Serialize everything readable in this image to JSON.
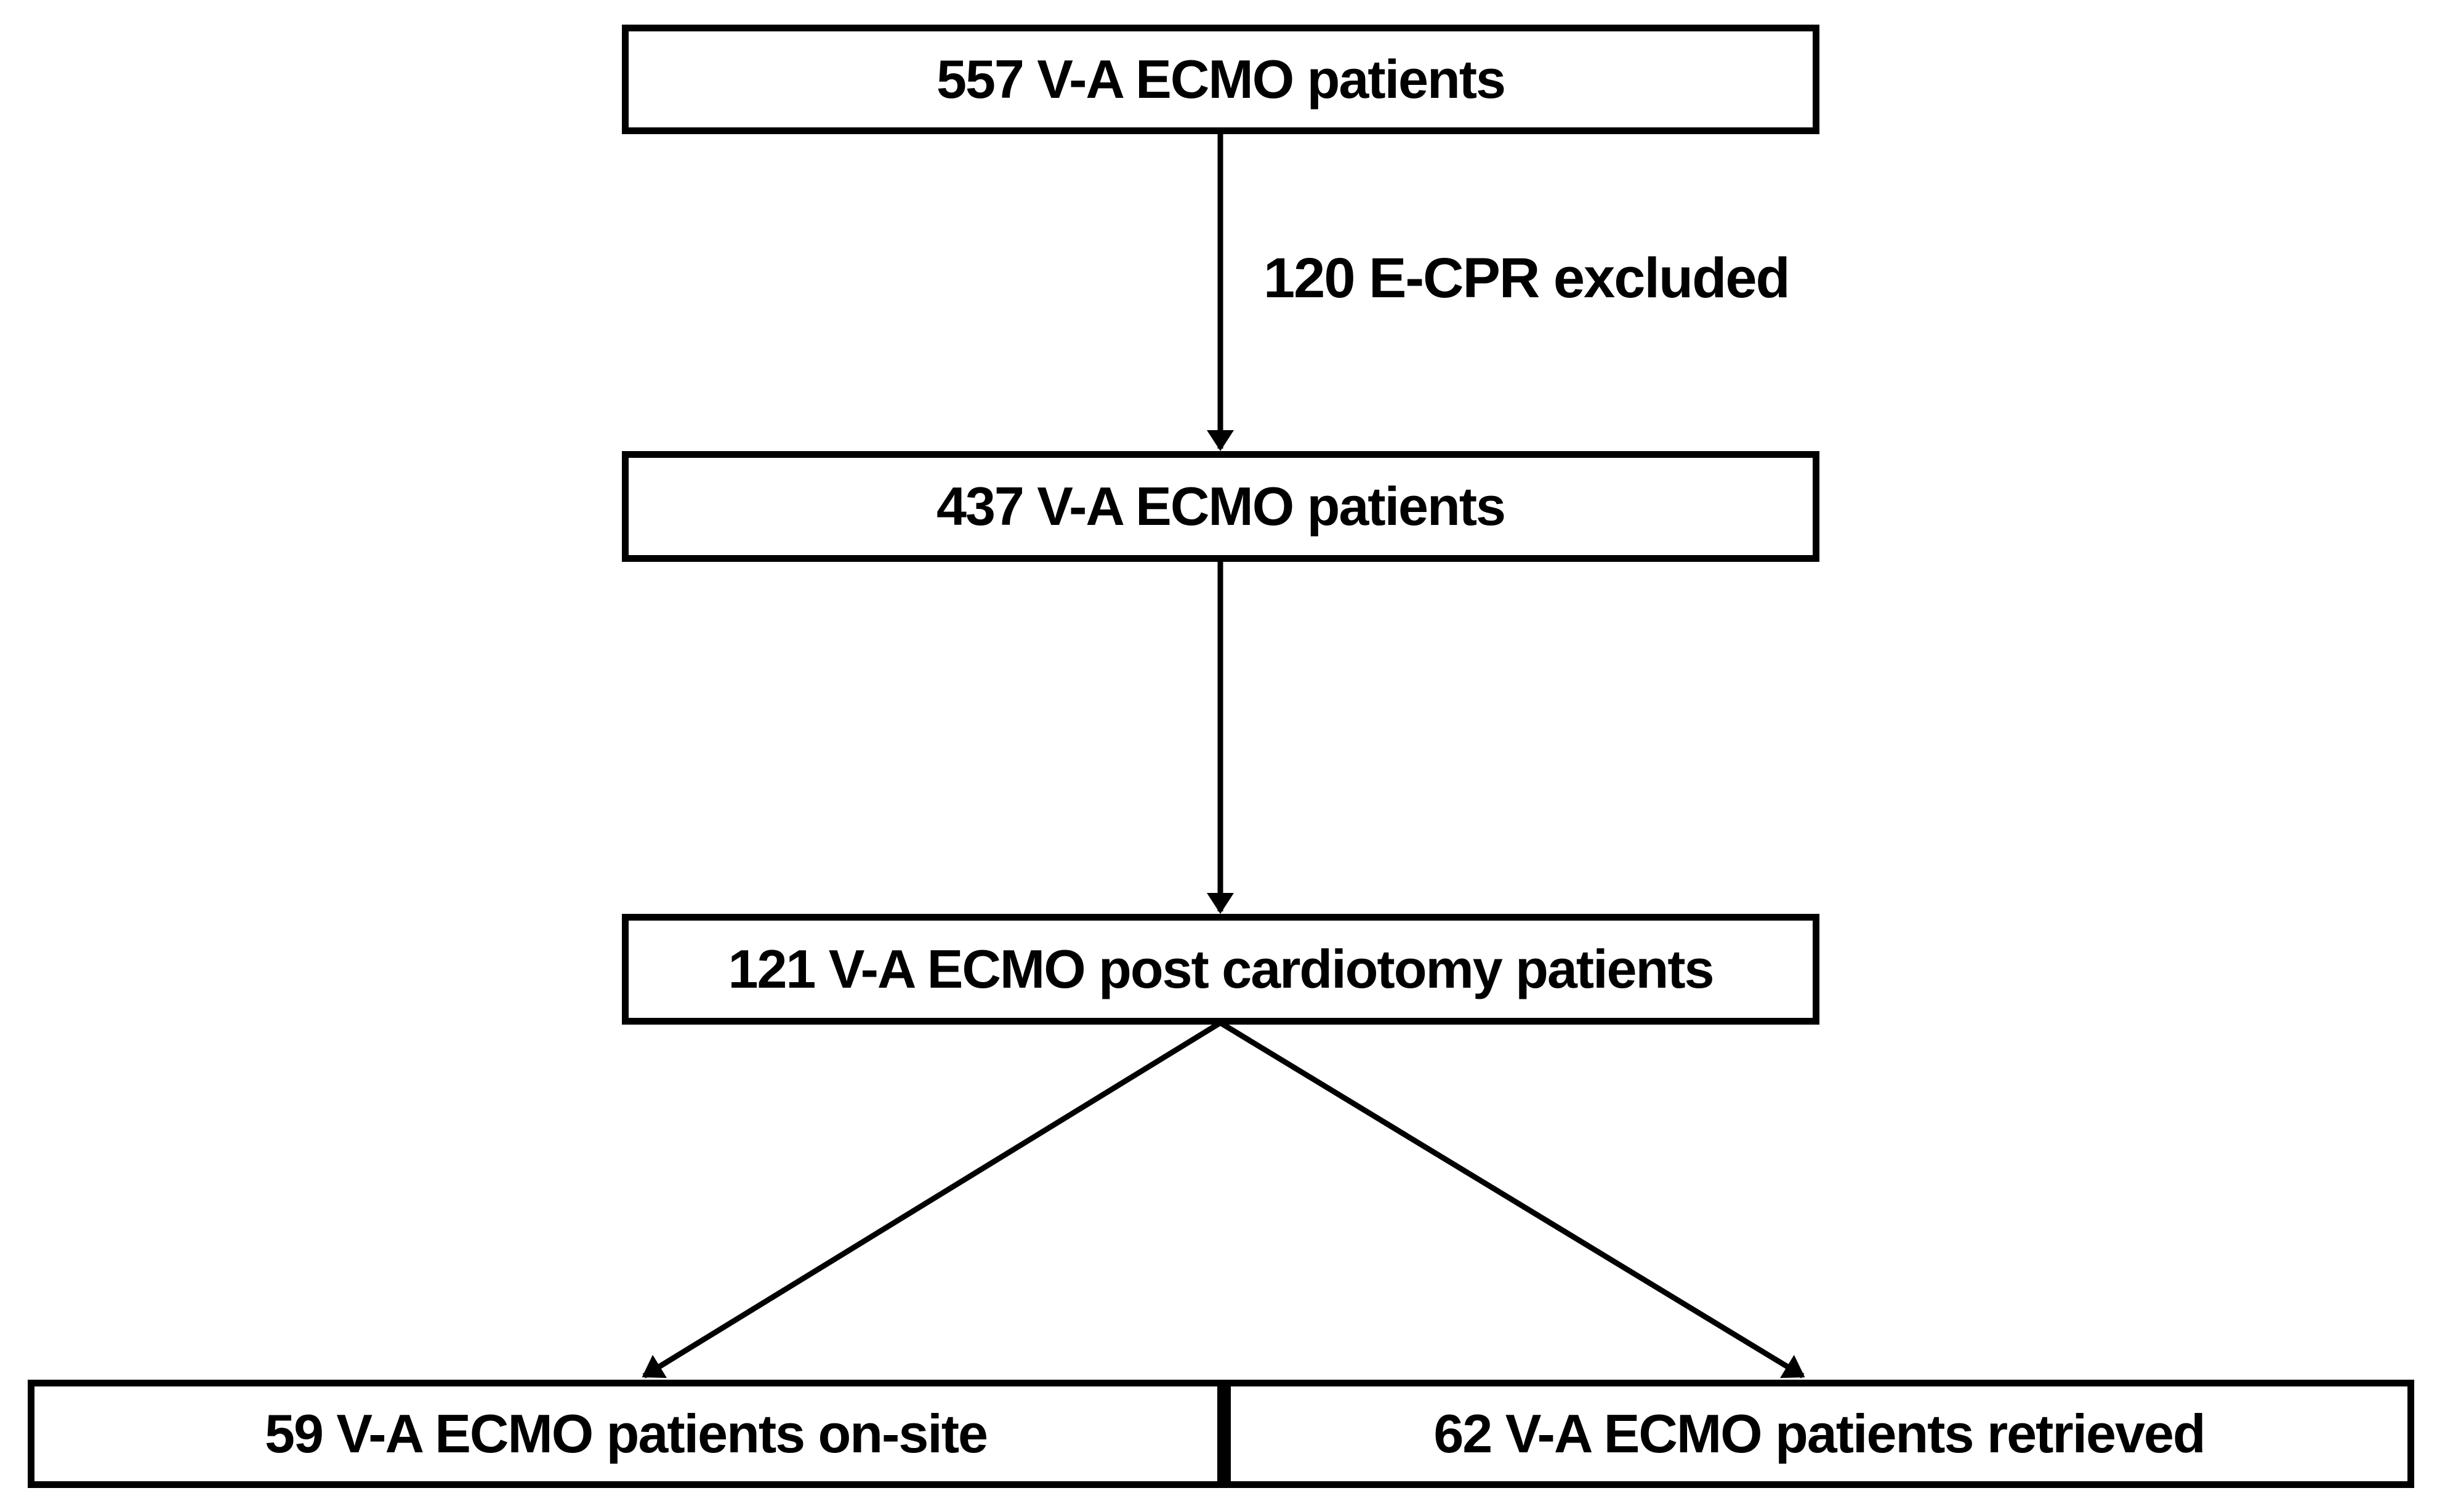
{
  "diagram": {
    "title_semantic": "V-A ECMO patient flow chart",
    "boxes": [
      {
        "label": "557 V-A ECMO patients"
      },
      {
        "label": "437 V-A ECMO patients"
      },
      {
        "label": "121 V-A ECMO post cardiotomy patients"
      },
      {
        "label": "59 V-A ECMO patients on-site"
      },
      {
        "label": "62 V-A ECMO patients retrieved"
      }
    ],
    "exclusion_label": "120 E-CPR excluded",
    "colors": {
      "line": "#000000",
      "text": "#000000",
      "background": "#ffffff"
    }
  }
}
